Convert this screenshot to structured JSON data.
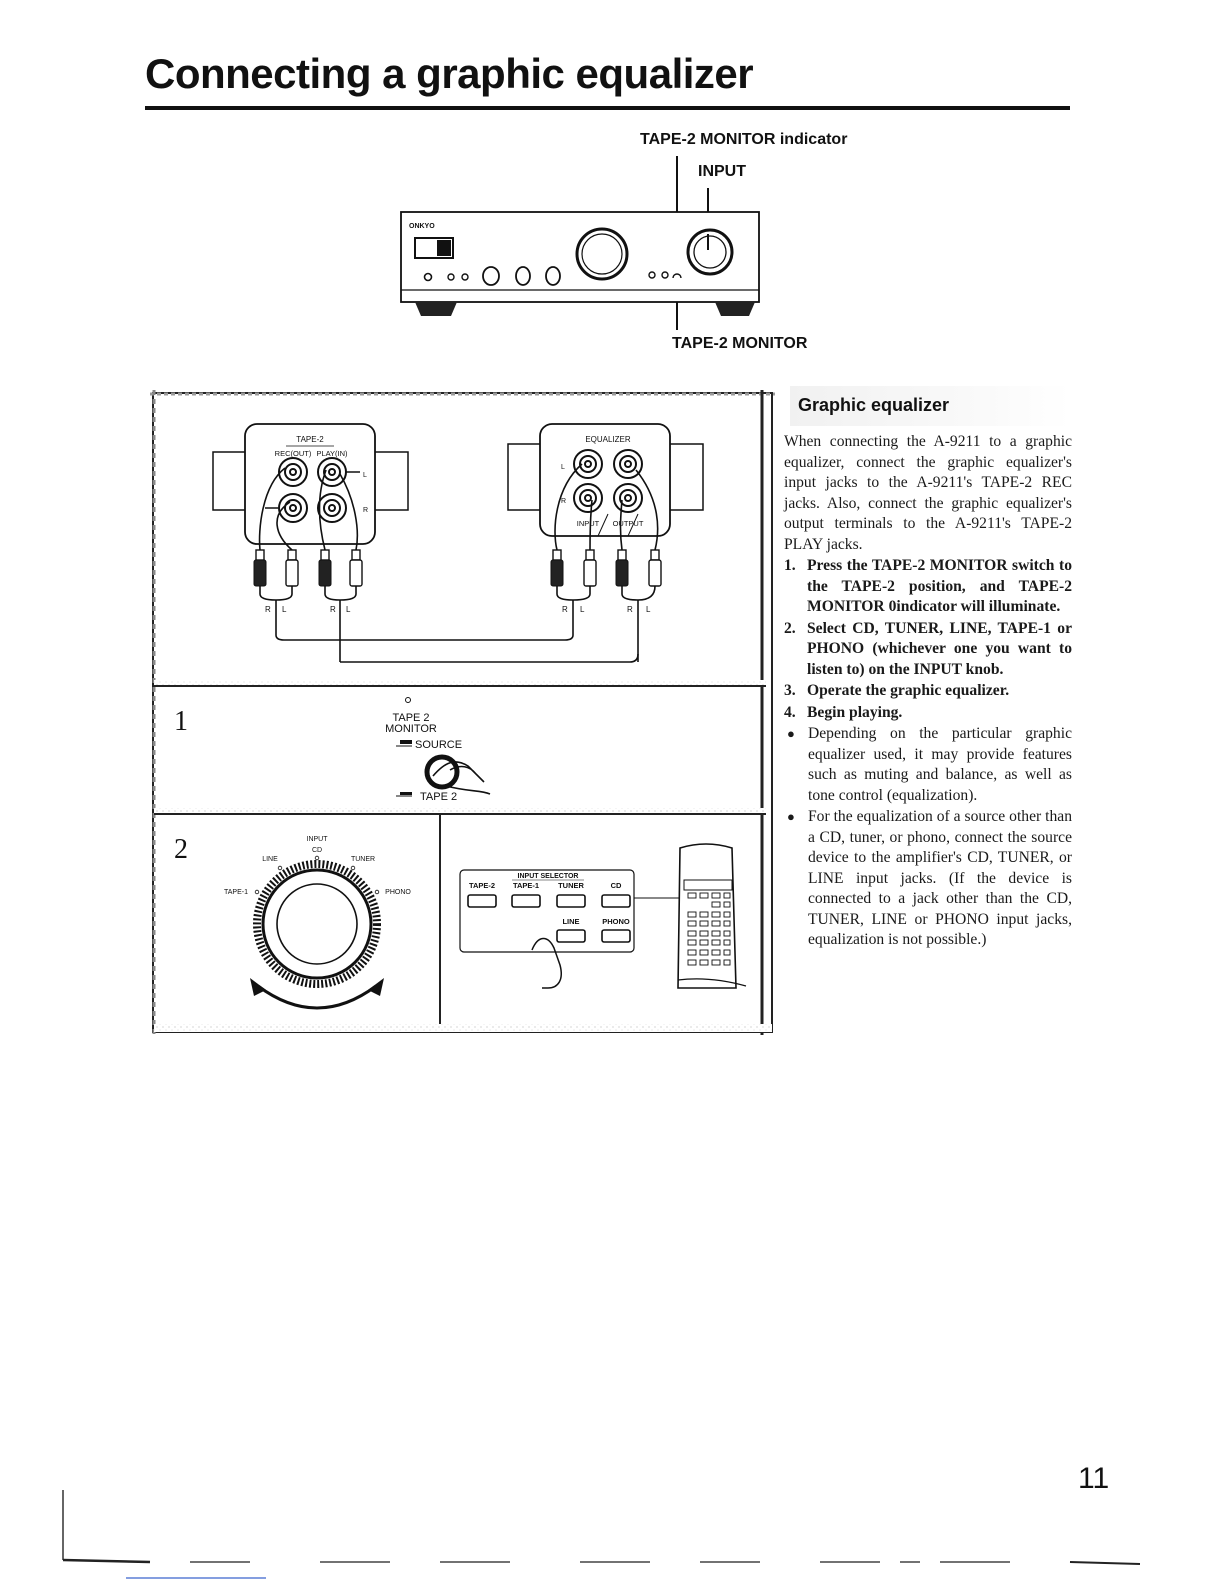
{
  "page": {
    "title": "Connecting a graphic equalizer",
    "page_number": "11"
  },
  "top_diagram": {
    "label_monitor_indicator": "TAPE-2 MONITOR indicator",
    "label_input": "INPUT",
    "label_monitor": "TAPE-2 MONITOR",
    "brand": "ONKYO"
  },
  "wiring": {
    "amp_panel": {
      "title": "TAPE-2",
      "rec": "REC(OUT)",
      "play": "PLAY(IN)",
      "l": "L",
      "r": "R"
    },
    "eq_panel": {
      "title": "EQUALIZER",
      "input": "INPUT",
      "output": "OUTPUT",
      "l": "L",
      "r": "R"
    },
    "plug_labels": [
      "R",
      "L",
      "R",
      "L",
      "R",
      "L",
      "R",
      "L"
    ]
  },
  "step1": {
    "number": "1",
    "tape2": "TAPE 2",
    "monitor": "MONITOR",
    "source": "SOURCE",
    "tape": "TAPE 2"
  },
  "step2": {
    "number": "2",
    "knob": {
      "input": "INPUT",
      "cd": "CD",
      "line": "LINE",
      "tuner": "TUNER",
      "tape1": "TAPE-1",
      "phono": "PHONO"
    },
    "remote": {
      "selector": "INPUT SELECTOR",
      "row1": [
        "TAPE-2",
        "TAPE-1",
        "TUNER",
        "CD"
      ],
      "row2": [
        "LINE",
        "PHONO"
      ]
    }
  },
  "text": {
    "heading": "Graphic equalizer",
    "intro": "When connecting the A-9211 to a graphic equalizer, connect the graphic equalizer's input jacks to the A-9211's TAPE-2 REC jacks. Also, connect the graphic equalizer's output terminals to the A-9211's TAPE-2 PLAY jacks.",
    "steps": [
      {
        "num": "1.",
        "text": "Press the TAPE-2 MONITOR switch to the TAPE-2 position, and TAPE-2 MONITOR 0indicator will illuminate."
      },
      {
        "num": "2.",
        "text": "Select CD, TUNER, LINE, TAPE-1 or PHONO (whichever one you want to listen to) on the INPUT knob."
      },
      {
        "num": "3.",
        "text": "Operate the graphic equalizer."
      },
      {
        "num": "4.",
        "text": "Begin playing."
      }
    ],
    "bullets": [
      {
        "mark": "●",
        "text": "Depending on the particular graphic equalizer used, it may provide features such as muting and balance, as well as tone control (equalization)."
      },
      {
        "mark": "●",
        "text": "For the equalization of a source other than a CD, tuner, or phono, connect the source device to the amplifier's CD, TUNER, or LINE input jacks. (If the device is connected to a jack other than the CD, TUNER, LINE or PHONO input jacks, equalization is not possible.)"
      }
    ]
  }
}
